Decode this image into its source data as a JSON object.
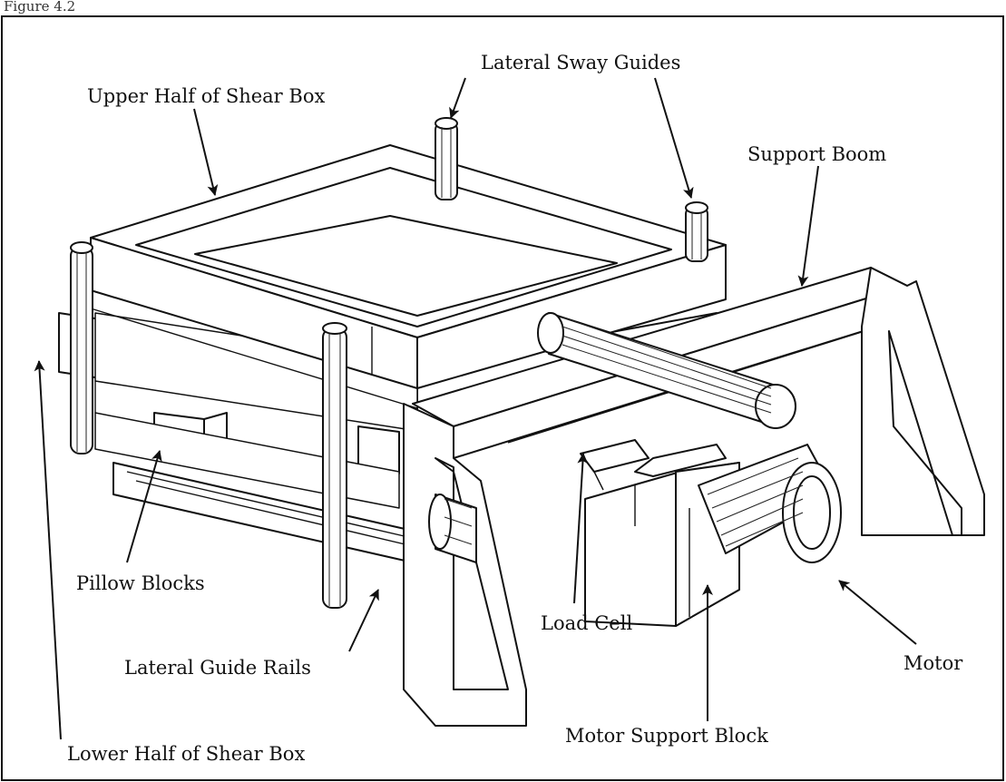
{
  "header": {
    "caption": "Figure 4.2"
  },
  "labels": {
    "lateral_sway_guides": "Lateral Sway Guides",
    "upper_half": "Upper Half of Shear Box",
    "support_boom": "Support Boom",
    "pillow_blocks": "Pillow Blocks",
    "lateral_guide_rails": "Lateral Guide Rails",
    "load_cell": "Load Cell",
    "motor": "Motor",
    "motor_support_block": "Motor Support Block",
    "lower_half": "Lower Half of Shear Box"
  }
}
